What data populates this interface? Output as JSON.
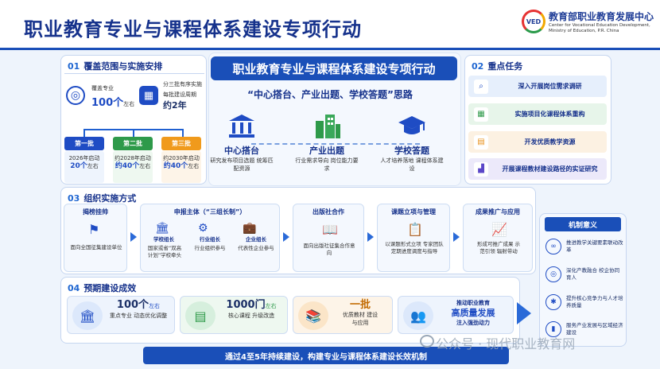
{
  "header": {
    "title": "职业教育专业与课程体系建设专项行动",
    "org_name": "教育部职业教育发展中心",
    "org_en": "Center for Vocational Education Development, Ministry of Education, P.R. China",
    "logo_text": "VED"
  },
  "s1": {
    "num": "01",
    "title": "覆盖范围与实施安排",
    "coverage_label": "覆盖专业",
    "coverage_value": "100个",
    "coverage_unit": "左右",
    "phase_line1": "分三批有序实施",
    "phase_line2": "每批建设周期",
    "phase_value": "约2年",
    "batches": [
      {
        "name": "第一批",
        "line1": "2026年启动",
        "value": "20个",
        "unit": "左右"
      },
      {
        "name": "第二批",
        "line1": "约2028年启动",
        "value": "约40个",
        "unit": "左右"
      },
      {
        "name": "第三批",
        "line1": "约2030年启动",
        "value": "约40个",
        "unit": "左右"
      }
    ]
  },
  "center": {
    "banner": "职业教育专业与课程体系建设专项行动",
    "slogan": "“中心搭台、产业出题、学校答题”思路",
    "hubs": [
      {
        "name": "中心搭台",
        "desc": "研究发布项目选题 统筹匹配资源"
      },
      {
        "name": "产业出题",
        "desc": "行业需求导向 岗位能力要求"
      },
      {
        "name": "学校答题",
        "desc": "人才培养落地 课程体系建设"
      }
    ]
  },
  "s2": {
    "num": "02",
    "title": "重点任务",
    "tasks": [
      "深入开展岗位需求调研",
      "实施项目化课程体系重构",
      "开发优质教学资源",
      "开展课程教材建设路径的实证研究"
    ]
  },
  "s3": {
    "num": "03",
    "title": "组织实施方式",
    "bang": {
      "title": "揭榜挂帅",
      "text": "面向全国征集建设单位"
    },
    "apply": {
      "title": "申报主体（“三组长制”）",
      "roles": [
        {
          "name": "学校组长",
          "desc": "国家或省“双高计划”学校牵头"
        },
        {
          "name": "行业组长",
          "desc": "行业组织参与"
        },
        {
          "name": "企业组长",
          "desc": "代表性企业参与"
        }
      ]
    },
    "publish": {
      "title": "出版社合作",
      "text": "面向出版社征集合作意向"
    },
    "project": {
      "title": "课题立项与管理",
      "text": "以课题形式立项 专家团队定期进度调度与指导"
    },
    "promote": {
      "title": "成果推广与应用",
      "text": "形成可推广成果 示范引领 辐射带动"
    },
    "meaning": {
      "title": "机制意义",
      "items": [
        "推进教学关键要素联动改革",
        "深化产教融合 校企协同育人",
        "提升核心竞争力与人才培养质量",
        "服务产业发展与区域经济建设"
      ]
    }
  },
  "s4": {
    "num": "04",
    "title": "预期建设成效",
    "items": [
      {
        "value": "100个",
        "unit": "左右",
        "text": "重点专业 动态优化调整"
      },
      {
        "value": "1000门",
        "unit": "左右",
        "text": "核心课程 升级改造"
      },
      {
        "value": "一批",
        "text": "优质教材 建设与应用"
      },
      {
        "line1": "推动职业教育",
        "value": "高质量发展",
        "line3": "注入强劲动力"
      }
    ]
  },
  "footer": "通过4至5年持续建设，构建专业与课程体系建设长效机制",
  "watermark": "公众号 · 现代职业教育网"
}
